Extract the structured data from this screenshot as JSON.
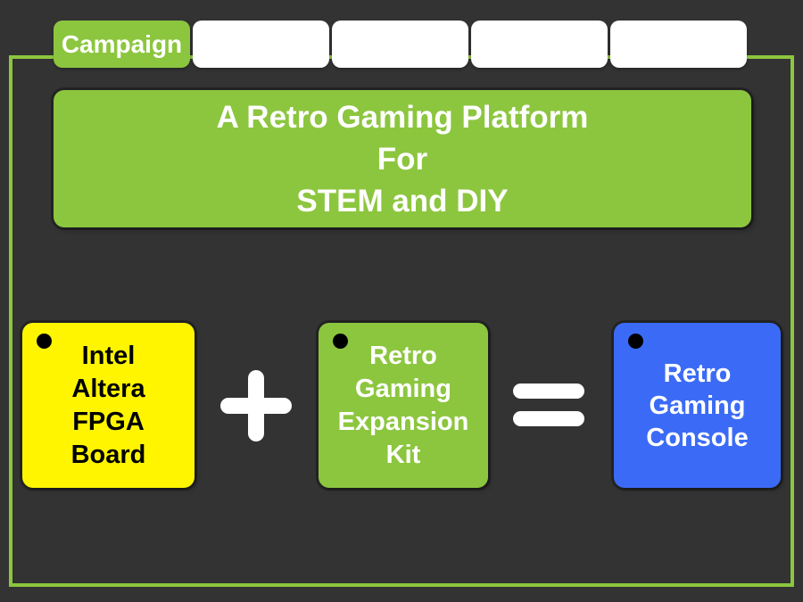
{
  "page": {
    "background": "#333333",
    "frame_border_color": "#8CC63F"
  },
  "tabs": {
    "active": {
      "label": "Campaign",
      "bg": "#8CC63F",
      "text_color": "#FFFFFF"
    },
    "blank_count": 4,
    "blank_bg": "#FFFFFF",
    "blank_labels": [
      "",
      "",
      "",
      ""
    ]
  },
  "banner": {
    "text": "A Retro Gaming Platform\nFor\nSTEM and DIY",
    "bg": "#8CC63F",
    "text_color": "#FFFFFF"
  },
  "equation": {
    "items": [
      {
        "label": "Intel\nAltera\nFPGA\nBoard",
        "bg": "#FFF500",
        "text_color": "#000000"
      },
      {
        "label": "Retro\nGaming\nExpansion\nKit",
        "bg": "#8CC63F",
        "text_color": "#FFFFFF"
      },
      {
        "label": "Retro\nGaming\nConsole",
        "bg": "#3B6BF6",
        "text_color": "#FFFFFF"
      }
    ],
    "operators": [
      {
        "name": "plus",
        "color": "#FFFFFF"
      },
      {
        "name": "equals",
        "color": "#FFFFFF"
      }
    ]
  }
}
